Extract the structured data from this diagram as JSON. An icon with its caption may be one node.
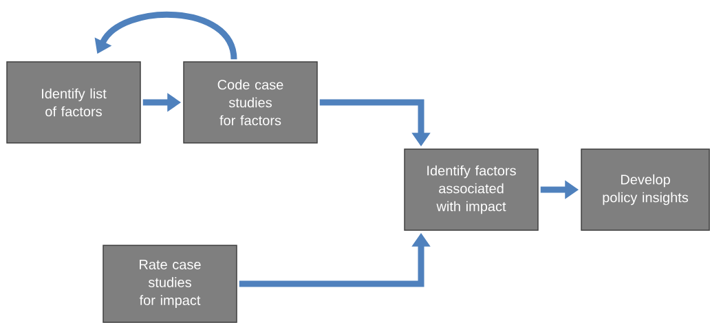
{
  "diagram": {
    "nodes": [
      {
        "text": [
          "Identify list of factors"
        ]
      },
      {
        "text": [
          "Code case studies for factors"
        ]
      },
      {
        "text": [
          "Identify factors associated with impact"
        ]
      },
      {
        "text": [
          "Develop policy insights"
        ]
      },
      {
        "text": [
          "Rate case studies for impact"
        ]
      }
    ],
    "edges": [
      {
        "from": 0,
        "to": 1,
        "arrow": "to"
      },
      {
        "from": 1,
        "to": 0,
        "arrow": "to"
      },
      {
        "from": 1,
        "to": 2,
        "arrow": "to"
      },
      {
        "from": 4,
        "to": 2,
        "arrow": "to"
      },
      {
        "from": 2,
        "to": 3,
        "arrow": "to"
      }
    ]
  }
}
